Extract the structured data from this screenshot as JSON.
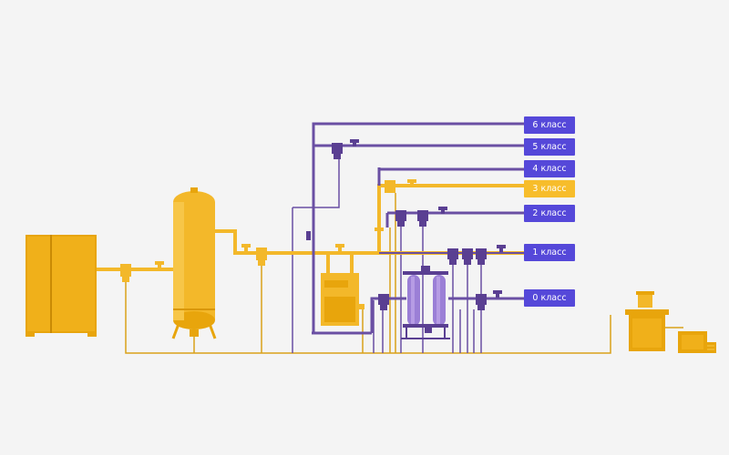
{
  "colors": {
    "background": "#f4f4f4",
    "pipe_yellow": "#f3b82a",
    "equipment_yellow": "#e8a50c",
    "equipment_dark": "#c98a05",
    "pipe_purple": "#6a4fa3",
    "valve_purple": "#5a3f92",
    "label_purple": "#5548d9",
    "label_yellow": "#f7bd2b",
    "ground_line": "#d9a21a"
  },
  "labels": [
    {
      "text": "6 класс",
      "active": false
    },
    {
      "text": "5 класс",
      "active": false
    },
    {
      "text": "4 класс",
      "active": false
    },
    {
      "text": "3 класс",
      "active": true
    },
    {
      "text": "2 класс",
      "active": false
    },
    {
      "text": "1 класс",
      "active": false
    },
    {
      "text": "0 класс",
      "active": false
    }
  ],
  "equipment": {
    "compressor": "compressor-unit",
    "receiver": "air-receiver-tank",
    "dryer": "refrigerated-dryer",
    "adsorption": "adsorption-dryer-twin-tower",
    "condensate": "condensate-separator"
  }
}
